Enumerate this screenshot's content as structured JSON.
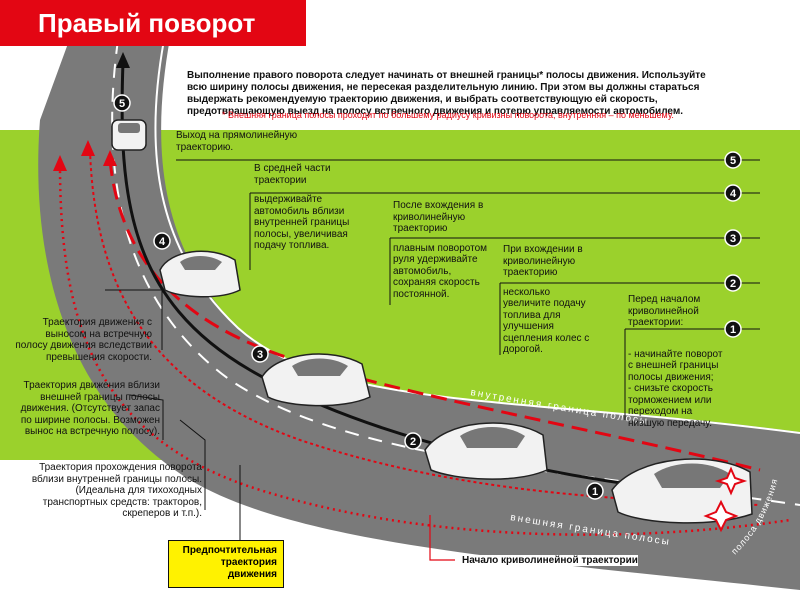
{
  "title": "Правый поворот",
  "intro": "Выполнение правого поворота следует начинать от внешней границы* полосы движения. Используйте всю ширину полосы движения, не пересекая разделительную линию. При этом вы должны стараться выдержать рекомендуемую траекторию движения, и выбрать соответствующую ей скорость, предотвращающую выезд на полосу встречного движения и потерю управляемости автомобилем.",
  "footnote": "* Внешняя граница полосы проходит по большему радиусу кривизны поворота, внутренняя – по меньшему.",
  "stages": [
    {
      "num": "1",
      "title": "Перед началом криволинейной траектории:",
      "body": "- начинайте поворот с внешней границы полосы движения;\n- снизьте скорость торможением или переходом на низшую передачу."
    },
    {
      "num": "2",
      "title": "При вхождении в криволинейную траекторию",
      "body": "несколько увеличите подачу топлива для улучшения сцепления колес с дорогой."
    },
    {
      "num": "3",
      "title": "После вхождения в криволинейную траекторию",
      "body": "плавным поворотом руля удерживайте автомобиль, сохраняя скорость постоянной."
    },
    {
      "num": "4",
      "title": "В средней части траектории",
      "body": "выдерживайте автомобиль вблизи внутренней границы полосы, увеличивая подачу топлива."
    },
    {
      "num": "5",
      "title": "Выход на прямолинейную траекторию.",
      "body": ""
    }
  ],
  "left_notes": [
    "Траектория движения с выносом на встречную полосу движения вследствии превышения скорости.",
    "Траектория движения вблизи внешней границы полосы движения. (Отсутствует запас по ширине полосы. Возможен вынос на встречную полосу).",
    "Траектория прохождения поворота вблизи внутренней границы полосы. (Идеальна для тихоходных транспортных средств: тракторов, скреперов и т.п.)."
  ],
  "preferred_label": "Предпочтительная траектория движения",
  "curve_start_label": "Начало криволинейной траектории",
  "road_labels": {
    "inner": "внутренняя граница полосы",
    "outer": "внешняя граница полосы",
    "edge": "полоса движения"
  },
  "colors": {
    "accent": "#e30613",
    "field": "#9bd12c",
    "road": "#7a7a7a",
    "highlight": "#fff200"
  }
}
